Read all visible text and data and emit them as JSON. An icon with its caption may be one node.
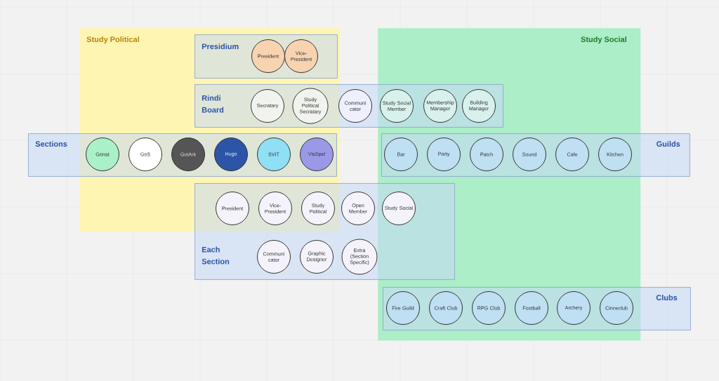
{
  "diagram": {
    "nodes": [
      {
        "text": [
          "Study Political"
        ]
      },
      {
        "text": [
          "Study Social"
        ]
      },
      {
        "text": [
          "Presidium"
        ],
        "in": 0
      },
      {
        "text": [
          "President"
        ],
        "in": 2
      },
      {
        "text": [
          "Vice-President"
        ],
        "in": 2
      },
      {
        "text": [
          "Rindi Board"
        ]
      },
      {
        "text": [
          "Secratary"
        ]
      },
      {
        "text": [
          "Study Political Secratary"
        ]
      },
      {
        "text": [
          "Communi cator"
        ],
        "in": 5
      },
      {
        "text": [
          "Study Social Member"
        ]
      },
      {
        "text": [
          "Membership Manager"
        ]
      },
      {
        "text": [
          "Building Manager"
        ]
      },
      {
        "text": [
          "Sections"
        ]
      },
      {
        "text": [
          "Gonat"
        ],
        "in": 12
      },
      {
        "text": [
          "GoS"
        ],
        "in": 12
      },
      {
        "text": [
          "GotArk"
        ],
        "in": 12
      },
      {
        "text": [
          "Hugo"
        ],
        "in": 12
      },
      {
        "text": [
          "SVIT"
        ],
        "in": 12
      },
      {
        "text": [
          "VisSpel"
        ],
        "in": 12
      },
      {
        "text": [
          "Guilds"
        ]
      },
      {
        "text": [
          "Bar"
        ],
        "in": 19
      },
      {
        "text": [
          "Party"
        ],
        "in": 19
      },
      {
        "text": [
          "Patch"
        ],
        "in": 19
      },
      {
        "text": [
          "Sound"
        ],
        "in": 19
      },
      {
        "text": [
          "Cafe"
        ],
        "in": 19
      },
      {
        "text": [
          "Kitchen"
        ],
        "in": 19
      },
      {
        "text": [
          "Each Section"
        ]
      },
      {
        "text": [
          "President"
        ]
      },
      {
        "text": [
          "Vice-President"
        ]
      },
      {
        "text": [
          "Study Political"
        ]
      },
      {
        "text": [
          "Open Member"
        ],
        "in": 26
      },
      {
        "text": [
          "Study Social"
        ]
      },
      {
        "text": [
          "Communi cator"
        ],
        "in": 26
      },
      {
        "text": [
          "Graphic Designer"
        ],
        "in": 26
      },
      {
        "text": [
          "Extra (Section Specific)"
        ],
        "in": 26
      },
      {
        "text": [
          "Clubs"
        ]
      },
      {
        "text": [
          "Fire Guild"
        ],
        "in": 35
      },
      {
        "text": [
          "Craft Club"
        ],
        "in": 35
      },
      {
        "text": [
          "RPG Club"
        ],
        "in": 35
      },
      {
        "text": [
          "Football"
        ],
        "in": 35
      },
      {
        "text": [
          "Archery"
        ],
        "in": 35
      },
      {
        "text": [
          "Cinneclub"
        ],
        "in": 35
      }
    ]
  }
}
